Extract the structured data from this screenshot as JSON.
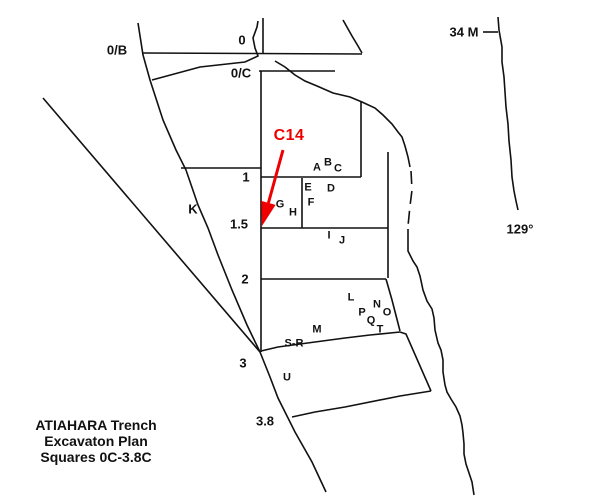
{
  "title": {
    "line1": "ATIAHARA Trench",
    "line2": "Excavaton Plan",
    "line3": "Squares 0C-3.8C"
  },
  "survey": {
    "baseline_length": "34 M",
    "baseline_bearing": "129°"
  },
  "highlight": {
    "c14_label": "C14"
  },
  "grid": {
    "row_0b": "0/B",
    "row_0": "0",
    "row_0c": "0/C",
    "row_1": "1",
    "row_1_5": "1.5",
    "row_2": "2",
    "row_3": "3",
    "row_3_8": "3.8",
    "transect_k": "K"
  },
  "squares": {
    "a": "A",
    "b": "B",
    "c": "C",
    "d": "D",
    "e": "E",
    "f": "F",
    "g": "G",
    "h": "H",
    "i": "I",
    "j": "J",
    "l": "L",
    "m": "M",
    "n": "N",
    "o": "O",
    "p": "P",
    "q": "Q",
    "s_r": "S-R",
    "t": "T",
    "u": "U"
  },
  "colors": {
    "ink": "#111111",
    "highlight_red": "#ee0000",
    "background": "#ffffff"
  }
}
